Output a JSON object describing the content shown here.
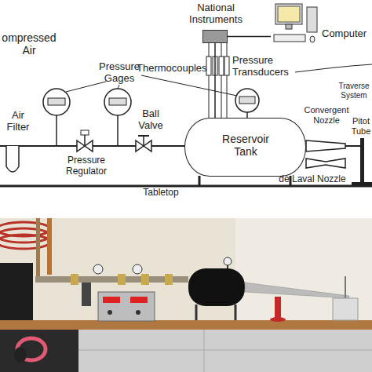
{
  "diagram": {
    "nodes": [
      {
        "text": [
          "National Instruments"
        ]
      },
      {
        "text": [
          "Computer"
        ]
      },
      {
        "text": [
          "Reservoir Tank"
        ]
      }
    ],
    "edges": [
      {
        "from": 0,
        "to": 1,
        "arrow": "none"
      },
      {
        "from": 0,
        "to": 2,
        "arrow": "none"
      }
    ],
    "labels": [
      "ompressed Air",
      "Thermocouples",
      "Pressure Transducers",
      "Pressure Gages",
      "Air Filter",
      "Ball Valve",
      "Convergent Nozzle",
      "Pitot Tube",
      "Traverse System",
      "Pressure Regulator",
      "de Laval Nozzle",
      "Tabletop"
    ]
  }
}
